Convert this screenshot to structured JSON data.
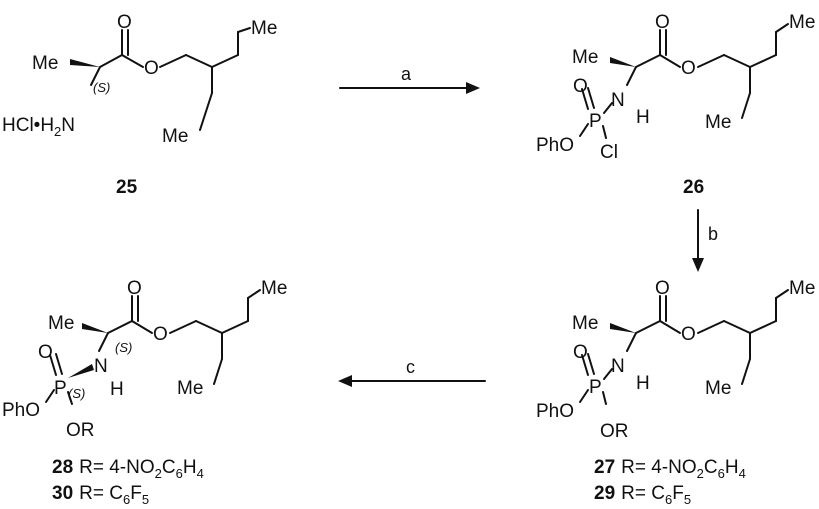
{
  "compounds": {
    "c25": {
      "id": "25",
      "me": "Me",
      "stereo": "(S)",
      "salt": "HCl•H",
      "sub2": "2",
      "n": "N",
      "o1": "O",
      "o2": "O",
      "et_me1": "Me",
      "et_me2": "Me"
    },
    "c26": {
      "id": "26",
      "me": "Me",
      "o1": "O",
      "o2": "O",
      "et_me1": "Me",
      "et_me2": "Me",
      "n": "N",
      "h": "H",
      "o_p": "O",
      "p": "P",
      "pho": "PhO",
      "cl": "Cl"
    },
    "c27": {
      "id": "27",
      "r_def": "R= 4-NO",
      "r_sub1": "2",
      "r_mid": "C",
      "r_sub2": "6",
      "r_mid2": "H",
      "r_sub3": "4",
      "me": "Me",
      "o1": "O",
      "o2": "O",
      "et_me1": "Me",
      "et_me2": "Me",
      "n": "N",
      "h": "H",
      "o_p": "O",
      "p": "P",
      "pho": "PhO",
      "or": "OR"
    },
    "c29": {
      "id": "29",
      "r_def": "R= C",
      "r_sub1": "6",
      "r_mid": "F",
      "r_sub2": "5"
    },
    "c28": {
      "id": "28",
      "r_def": "R= 4-NO",
      "r_sub1": "2",
      "r_mid": "C",
      "r_sub2": "6",
      "r_mid2": "H",
      "r_sub3": "4",
      "me": "Me",
      "stereo_c": "(S)",
      "stereo_p": "(S)",
      "o1": "O",
      "o2": "O",
      "et_me1": "Me",
      "et_me2": "Me",
      "n": "N",
      "h": "H",
      "o_p": "O",
      "p": "P",
      "pho": "PhO",
      "or": "OR"
    },
    "c30": {
      "id": "30",
      "r_def": "R= C",
      "r_sub1": "6",
      "r_mid": "F",
      "r_sub2": "5"
    }
  },
  "arrows": {
    "a": "a",
    "b": "b",
    "c": "c"
  }
}
